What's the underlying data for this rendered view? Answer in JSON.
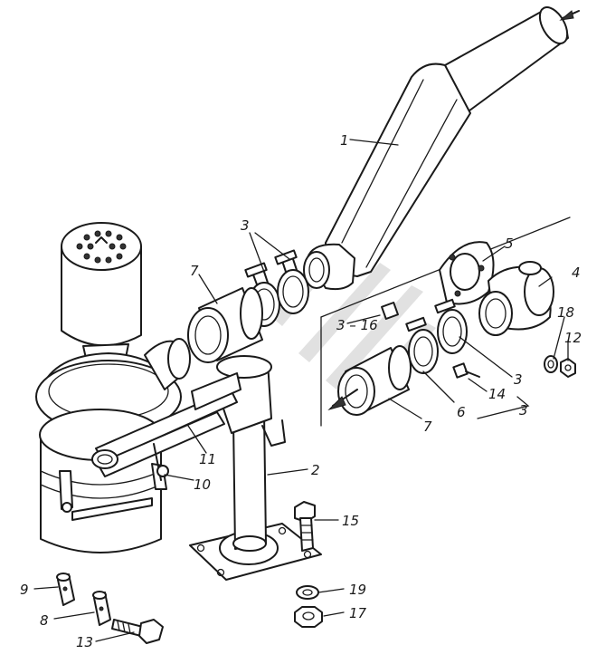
{
  "callouts": [
    {
      "id": "c1",
      "text": "1"
    },
    {
      "id": "c2",
      "text": "2"
    },
    {
      "id": "c3a",
      "text": "3"
    },
    {
      "id": "c3b",
      "text": "3"
    },
    {
      "id": "c3c",
      "text": "3"
    },
    {
      "id": "c316",
      "text": "3 – 16"
    },
    {
      "id": "c4",
      "text": "4"
    },
    {
      "id": "c5",
      "text": "5"
    },
    {
      "id": "c6",
      "text": "6"
    },
    {
      "id": "c7a",
      "text": "7"
    },
    {
      "id": "c7b",
      "text": "7"
    },
    {
      "id": "c8",
      "text": "8"
    },
    {
      "id": "c9",
      "text": "9"
    },
    {
      "id": "c10",
      "text": "10"
    },
    {
      "id": "c11",
      "text": "11"
    },
    {
      "id": "c12",
      "text": "12"
    },
    {
      "id": "c13",
      "text": "13"
    },
    {
      "id": "c14",
      "text": "14"
    },
    {
      "id": "c15",
      "text": "15"
    },
    {
      "id": "c17",
      "text": "17"
    },
    {
      "id": "c18",
      "text": "18"
    },
    {
      "id": "c19",
      "text": "19"
    }
  ]
}
